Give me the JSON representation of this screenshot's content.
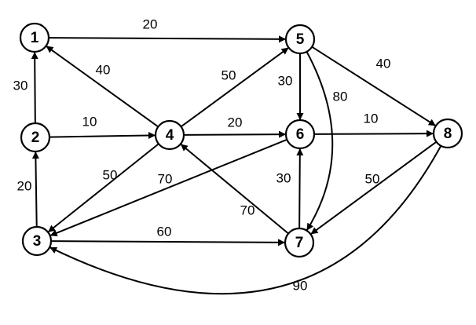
{
  "graph": {
    "nodes": [
      {
        "id": "1",
        "label": "1"
      },
      {
        "id": "2",
        "label": "2"
      },
      {
        "id": "3",
        "label": "3"
      },
      {
        "id": "4",
        "label": "4"
      },
      {
        "id": "5",
        "label": "5"
      },
      {
        "id": "6",
        "label": "6"
      },
      {
        "id": "7",
        "label": "7"
      },
      {
        "id": "8",
        "label": "8"
      }
    ],
    "edges": [
      {
        "from": "1",
        "to": "5",
        "weight": "20"
      },
      {
        "from": "2",
        "to": "1",
        "weight": "30"
      },
      {
        "from": "4",
        "to": "1",
        "weight": "40"
      },
      {
        "from": "2",
        "to": "4",
        "weight": "10"
      },
      {
        "from": "3",
        "to": "2",
        "weight": "20"
      },
      {
        "from": "4",
        "to": "5",
        "weight": "50"
      },
      {
        "from": "4",
        "to": "6",
        "weight": "20"
      },
      {
        "from": "4",
        "to": "3",
        "weight": "50"
      },
      {
        "from": "5",
        "to": "6",
        "weight": "30"
      },
      {
        "from": "5",
        "to": "8",
        "weight": "40"
      },
      {
        "from": "5",
        "to": "7",
        "weight": "80"
      },
      {
        "from": "6",
        "to": "8",
        "weight": "10"
      },
      {
        "from": "6",
        "to": "3",
        "weight": "70"
      },
      {
        "from": "7",
        "to": "4",
        "weight": "70"
      },
      {
        "from": "7",
        "to": "6",
        "weight": "30"
      },
      {
        "from": "3",
        "to": "7",
        "weight": "60"
      },
      {
        "from": "8",
        "to": "7",
        "weight": "50"
      },
      {
        "from": "8",
        "to": "3",
        "weight": "90"
      }
    ]
  }
}
